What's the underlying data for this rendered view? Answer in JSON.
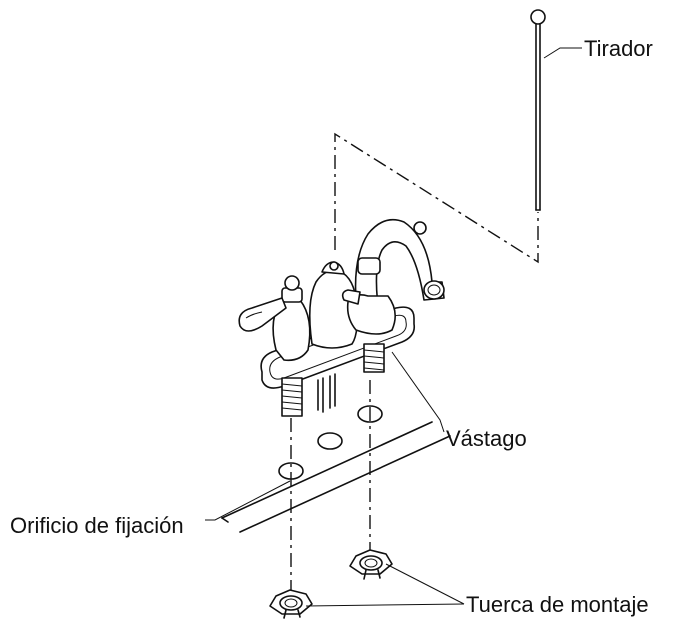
{
  "labels": {
    "lift_rod": "Tirador",
    "stem": "Vástago",
    "mounting_hole": "Orificio de fijación",
    "mounting_nut": "Tuerca de montaje"
  }
}
